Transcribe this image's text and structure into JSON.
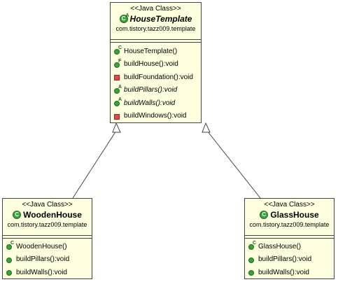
{
  "classes": {
    "house_template": {
      "stereotype": "<<Java Class>>",
      "name": "HouseTemplate",
      "name_badge": "A",
      "package": "com.tistory.tazz009.template",
      "operations": [
        {
          "label": "HouseTemplate()",
          "icon": "constructor-icon",
          "badge": "C",
          "italic": false
        },
        {
          "label": "buildHouse():void",
          "icon": "public-final-method-icon",
          "badge": "F",
          "italic": false
        },
        {
          "label": "buildFoundation():void",
          "icon": "private-method-icon",
          "badge": "",
          "italic": false
        },
        {
          "label": "buildPillars():void",
          "icon": "abstract-method-icon",
          "badge": "A",
          "italic": true
        },
        {
          "label": "buildWalls():void",
          "icon": "abstract-method-icon",
          "badge": "A",
          "italic": true
        },
        {
          "label": "buildWindows():void",
          "icon": "private-method-icon",
          "badge": "",
          "italic": false
        }
      ]
    },
    "wooden_house": {
      "stereotype": "<<Java Class>>",
      "name": "WoodenHouse",
      "package": "com.tistory.tazz009.template",
      "operations": [
        {
          "label": "WoodenHouse()",
          "icon": "constructor-icon",
          "badge": "C"
        },
        {
          "label": "buildPillars():void",
          "icon": "public-method-icon",
          "badge": ""
        },
        {
          "label": "buildWalls():void",
          "icon": "public-method-icon",
          "badge": ""
        }
      ]
    },
    "glass_house": {
      "stereotype": "<<Java Class>>",
      "name": "GlassHouse",
      "package": "com.tistory.tazz009.template",
      "operations": [
        {
          "label": "GlassHouse()",
          "icon": "constructor-icon",
          "badge": "C"
        },
        {
          "label": "buildPillars():void",
          "icon": "public-method-icon",
          "badge": ""
        },
        {
          "label": "buildWalls():void",
          "icon": "public-method-icon",
          "badge": ""
        }
      ]
    }
  },
  "colors": {
    "box_fill": "#ffffe0",
    "border": "#444444",
    "public_icon": "#3aa23a",
    "private_icon": "#e04a4a"
  },
  "relations": [
    {
      "from": "WoodenHouse",
      "to": "HouseTemplate",
      "type": "generalization"
    },
    {
      "from": "GlassHouse",
      "to": "HouseTemplate",
      "type": "generalization"
    }
  ]
}
